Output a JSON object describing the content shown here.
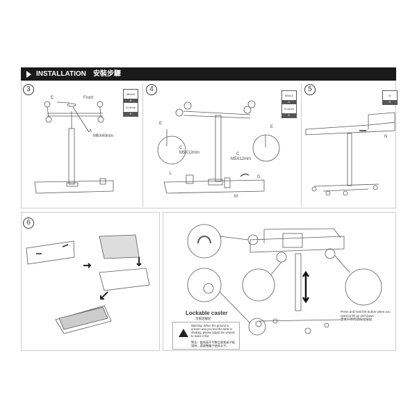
{
  "header": {
    "title": "INSTALLATION",
    "title_cn": "安裝步驟"
  },
  "steps": {
    "s3": {
      "number": "3",
      "labels": {
        "e": "E",
        "front": "Front",
        "a": "A",
        "a_size": "M6X40mm"
      },
      "legend": [
        {
          "spec": "M6x40",
          "key": "A"
        },
        {
          "spec": "D=4mm",
          "key": "E"
        }
      ]
    },
    "s4": {
      "number": "4",
      "labels": {
        "e1": "E",
        "c1": "C",
        "c1_size": "M5X12mm",
        "e2": "E",
        "c2": "C",
        "c2_size": "M5X12mm",
        "l": "L",
        "g": "G",
        "m": "M"
      },
      "legend": [
        {
          "spec": "M5x12",
          "key": "C"
        },
        {
          "spec": "D=4mm",
          "key": "E"
        }
      ]
    },
    "s5": {
      "number": "5",
      "labels": {
        "n": "N"
      },
      "legend": [
        {
          "spec": "",
          "key": "D"
        }
      ]
    },
    "s6": {
      "number": "6"
    },
    "s7": {
      "caster_title": "Lockable caster",
      "caster_title_cn": "可锁定脚轮",
      "button_note": "Press and hold the button when you need to lift up and down.",
      "button_note_cn": "需要升降時請按住按鈕",
      "warning": "Warning: When the ground is uneven and you feel the table is shaking, please adjust the wheels to make it flat.",
      "warning_cn": "警告：當地面不平整且感覺桌子搖晃時，請調整輪子使其水平。"
    }
  }
}
